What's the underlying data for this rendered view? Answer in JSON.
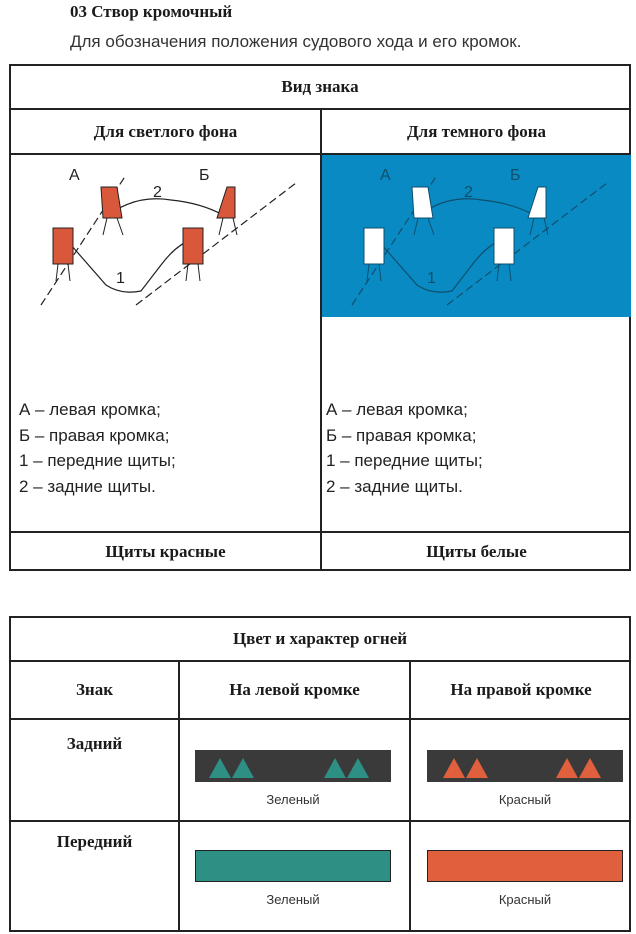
{
  "heading": {
    "title": "03 Створ кромочный",
    "subtitle": "Для обозначения положения судового хода и его кромок."
  },
  "sign_table": {
    "header": "Вид знака",
    "col_light": "Для светлого фона",
    "col_dark": "Для темного фона",
    "diagram_labels": {
      "a": "А",
      "b": "Б",
      "one": "1",
      "two": "2"
    },
    "legend": [
      "А – левая кромка;",
      "Б – правая кромка;",
      "1 – передние щиты;",
      "2 – задние щиты."
    ],
    "foot_light": "Щиты красные",
    "foot_dark": "Щиты белые",
    "colors": {
      "red_shield": "#d9573b",
      "dark_bg": "#0a8ac2",
      "white_shield": "#ffffff"
    }
  },
  "lights_table": {
    "header": "Цвет и характер огней",
    "col_sign": "Знак",
    "col_left": "На левой кромке",
    "col_right": "На правой кромке",
    "rows": [
      {
        "name": "Задний",
        "left_caption": "Зеленый",
        "right_caption": "Красный"
      },
      {
        "name": "Передний",
        "left_caption": "Зеленый",
        "right_caption": "Красный"
      }
    ],
    "colors": {
      "green": "#2e8f84",
      "red": "#e0603d",
      "dark_bar": "#3a3a3a"
    }
  }
}
